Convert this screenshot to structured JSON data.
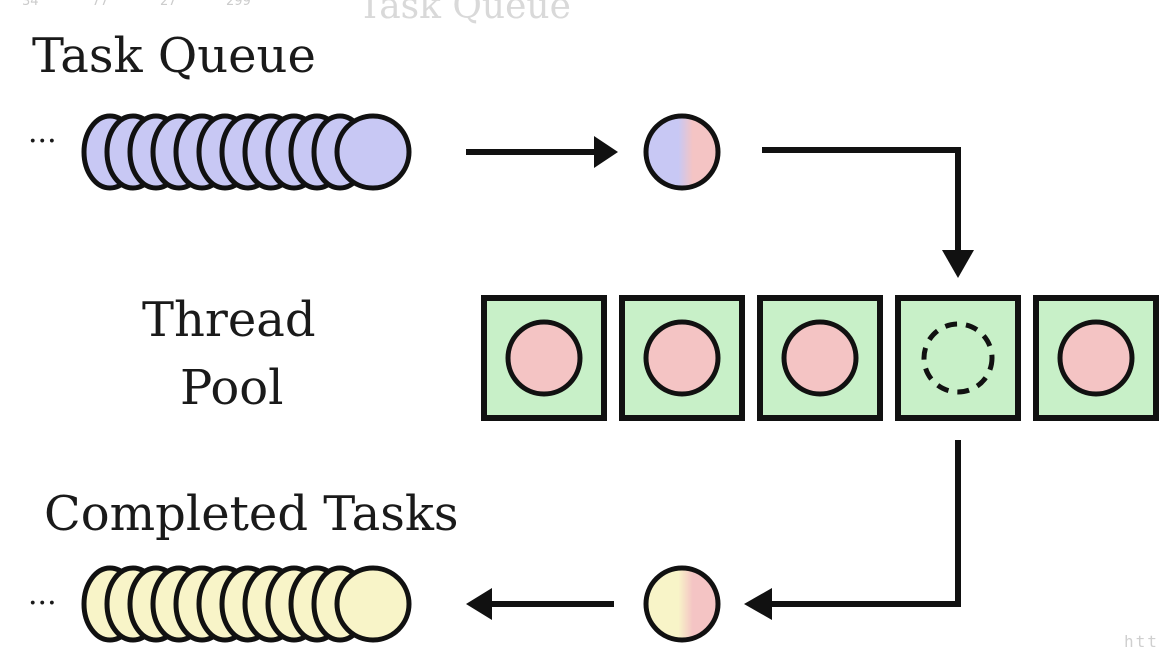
{
  "faded_header": {
    "numbers": [
      "34",
      "77",
      "27",
      "299"
    ],
    "title": "Task Queue"
  },
  "labels": {
    "task_queue": "Task Queue",
    "thread_pool_line1": "Thread",
    "thread_pool_line2": "Pool",
    "completed_tasks": "Completed Tasks",
    "ellipsis": "···"
  },
  "watermark": "htt",
  "thread_pool": {
    "slots": [
      {
        "state": "busy"
      },
      {
        "state": "busy"
      },
      {
        "state": "busy"
      },
      {
        "state": "idle"
      },
      {
        "state": "busy"
      }
    ]
  },
  "colors": {
    "queued_task": "#c8c8f4",
    "running_task": "#f4c4c4",
    "completed_task": "#f8f4c8",
    "thread_box": "#c8f0c8",
    "stroke": "#111111"
  }
}
